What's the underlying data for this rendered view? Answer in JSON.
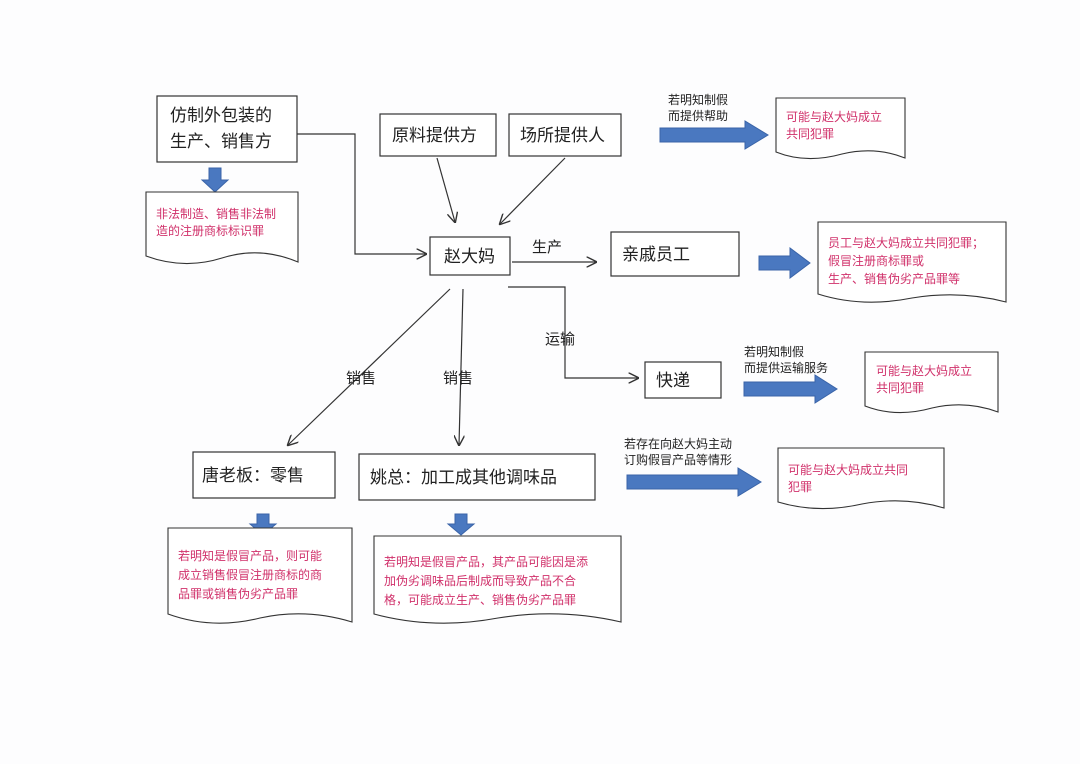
{
  "nodes": {
    "fake_packaging": "仿制外包装的\n生产、销售方",
    "raw_supplier": "原料提供方",
    "venue_provider": "场所提供人",
    "zhao": "赵大妈",
    "relatives": "亲戚员工",
    "express": "快递",
    "tang": "唐老板：零售",
    "yao": "姚总：加工成其他调味品"
  },
  "edges": {
    "produce": "生产",
    "transport": "运输",
    "sell_left": "销售",
    "sell_right": "销售"
  },
  "conditions": {
    "top_right": "若明知制假\n而提供帮助",
    "express": "若明知制假\n而提供运输服务",
    "yao": "若存在向赵大妈主动\n订购假冒产品等情形"
  },
  "notes": {
    "fake_packaging": "非法制造、销售非法制\n造的注册商标标识罪",
    "top_right": "可能与赵大妈成立\n共同犯罪",
    "relatives": "员工与赵大妈成立共同犯罪；\n假冒注册商标罪或\n生产、销售伪劣产品罪等",
    "express": "可能与赵大妈成立\n共同犯罪",
    "yao_right": "可能与赵大妈成立共同\n犯罪",
    "tang": "若明知是假冒产品，则可能\n成立销售假冒注册商标的商\n品罪或销售伪劣产品罪",
    "yao_below": "若明知是假冒产品，其产品可能因是添\n加伪劣调味品后制成而导致产品不合\n格，可能成立生产、销售伪劣产品罪"
  },
  "colors": {
    "note_text": "#d0306a",
    "arrow_blue": "#4a78c0"
  }
}
